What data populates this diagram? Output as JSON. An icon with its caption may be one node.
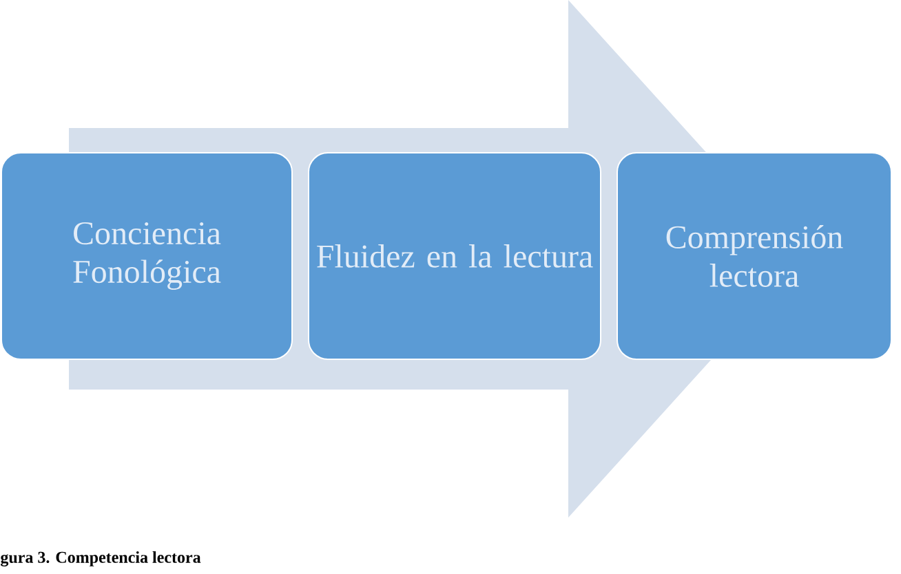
{
  "diagram": {
    "caption": "gura 3. Competencia lectora",
    "nodes": [
      {
        "text": [
          "Conciencia Fonológica"
        ]
      },
      {
        "text": [
          "Fluidez en la lectura"
        ]
      },
      {
        "text": [
          "Comprensión lectora"
        ]
      }
    ],
    "edges": [
      {
        "from": 0,
        "to": 2,
        "arrow": "to"
      }
    ]
  }
}
